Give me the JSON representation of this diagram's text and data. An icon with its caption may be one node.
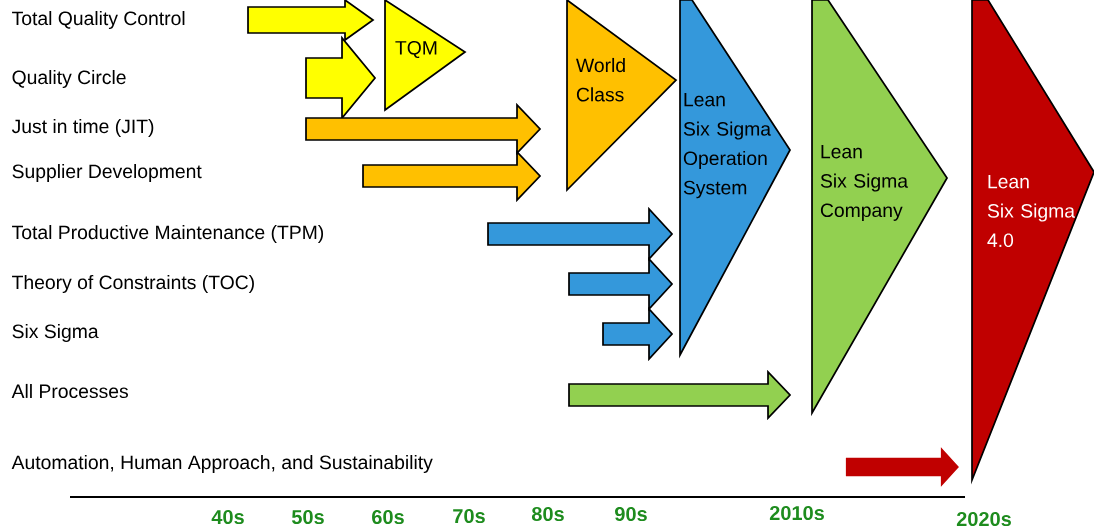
{
  "diagram": {
    "nodes": [
      {
        "text": [
          "TQM"
        ]
      },
      {
        "text": [
          "World Class"
        ]
      },
      {
        "text": [
          "Lean Six Sigma Operation System"
        ]
      },
      {
        "text": [
          "Lean Six Sigma Company"
        ]
      },
      {
        "text": [
          "Lean Six Sigma 4.0"
        ]
      }
    ],
    "edges": [
      {
        "from": null,
        "to": 0,
        "arrow": "to",
        "color": "#ffff00"
      },
      {
        "from": null,
        "to": 0,
        "arrow": "to",
        "color": "#ffff00"
      },
      {
        "from": null,
        "to": 1,
        "arrow": "to",
        "color": "#ffc000"
      },
      {
        "from": null,
        "to": 1,
        "arrow": "to",
        "color": "#ffc000"
      },
      {
        "from": null,
        "to": 2,
        "arrow": "to",
        "color": "#3498db"
      },
      {
        "from": null,
        "to": 2,
        "arrow": "to",
        "color": "#3498db"
      },
      {
        "from": null,
        "to": 2,
        "arrow": "to",
        "color": "#3498db"
      },
      {
        "from": null,
        "to": 3,
        "arrow": "to",
        "color": "#92d050"
      },
      {
        "from": null,
        "to": 4,
        "arrow": "to",
        "color": "#c00000"
      }
    ],
    "labels": [
      "Total Quality Control",
      "Quality Circle",
      "Just in time (JIT)",
      "Supplier Development",
      "Total Productive Maintenance (TPM)",
      "Theory of Constraints (TOC)",
      "Six Sigma",
      "All Processes",
      "Automation, Human Approach, and Sustainability",
      "40s",
      "50s",
      "60s",
      "70s",
      "80s",
      "90s",
      "2010s",
      "2020s"
    ]
  }
}
